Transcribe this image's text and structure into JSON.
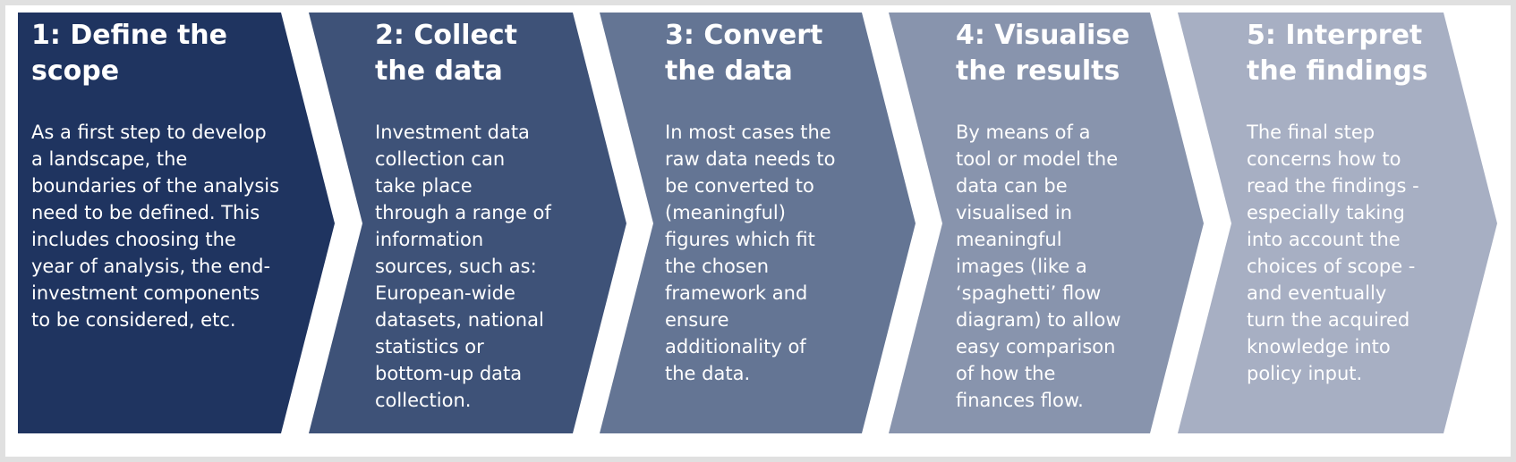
{
  "colors": {
    "step1": "#1f3460",
    "step2": "#3e5278",
    "step3": "#647594",
    "step4": "#8894ad",
    "step5": "#a7afc3",
    "text": "#ffffff",
    "frame": "#e0e0e0"
  },
  "steps": [
    {
      "title": "1: Define the\nscope",
      "body": "As a first step to develop\na landscape, the\nboundaries of the analysis\nneed to be defined. This\nincludes choosing the\nyear of analysis, the end-\ninvestment components\nto be considered, etc."
    },
    {
      "title": "2: Collect\nthe data",
      "body": "Investment data\ncollection can\ntake place\nthrough a range of\ninformation\nsources, such as:\nEuropean-wide\ndatasets, national\nstatistics or\nbottom-up data\ncollection."
    },
    {
      "title": "3: Convert\nthe data",
      "body": "In most cases the\nraw data needs to\nbe converted to\n(meaningful)\nfigures which fit\nthe chosen\nframework and\nensure\nadditionality of\nthe data."
    },
    {
      "title": "4: Visualise\nthe results",
      "body": "By means of a\ntool or model the\ndata can be\nvisualised in\nmeaningful\nimages (like a\n‘spaghetti’ flow\ndiagram) to allow\neasy comparison\nof how the\nfinances flow."
    },
    {
      "title": "5: Interpret\nthe findings",
      "body": "The final step\nconcerns how to\nread the findings -\nespecially taking\ninto account the\nchoices of scope -\nand eventually\nturn the acquired\nknowledge into\npolicy input."
    }
  ]
}
